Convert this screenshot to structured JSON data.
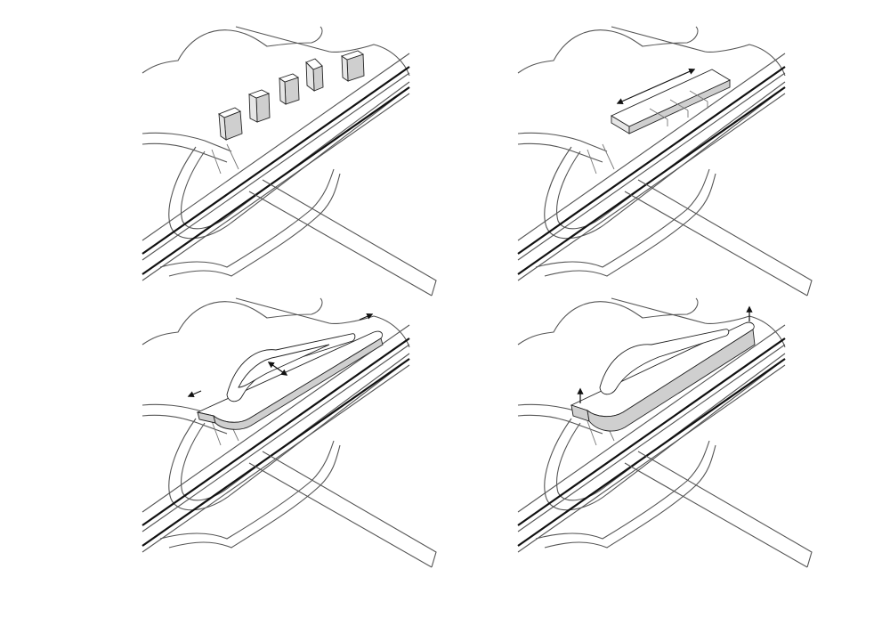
{
  "diagram": {
    "background": "#ffffff",
    "line_color": "#555555",
    "rail_color": "#111111",
    "mass_fill": "#cfcfcf",
    "panels": [
      {
        "id": "p1",
        "variant": "separate-blocks"
      },
      {
        "id": "p2",
        "variant": "joined-blocks"
      },
      {
        "id": "p3",
        "variant": "ring-building-stretch"
      },
      {
        "id": "p4",
        "variant": "ring-building-rise"
      }
    ]
  }
}
